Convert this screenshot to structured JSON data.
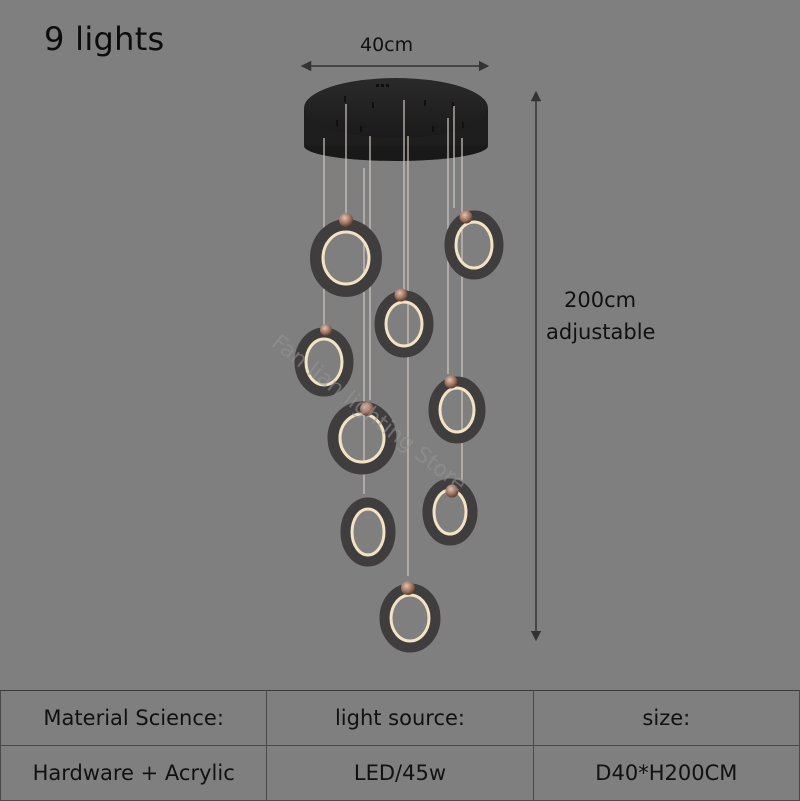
{
  "title": "9 lights",
  "dimensions": {
    "width_label": "40cm",
    "height_label_line1": "200cm",
    "height_label_line2": "adjustable"
  },
  "watermark": "Fan lian lighting Store",
  "specs": {
    "headers": [
      "Material Science:",
      "light source:",
      "size:"
    ],
    "values": [
      "Hardware + Acrylic",
      "LED/45w",
      "D40*H200CM"
    ]
  },
  "colors": {
    "background": "#7f7f7f",
    "ring_metal": "#3e3c3d",
    "ring_glow": "#f4e6c6",
    "cap": "#9a6f5c"
  }
}
